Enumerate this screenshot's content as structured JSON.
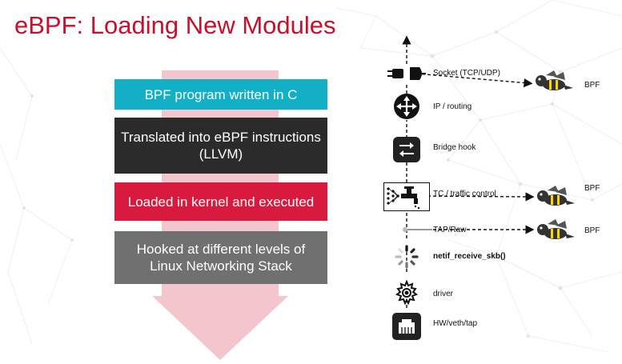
{
  "slide": {
    "title": "eBPF: Loading New Modules",
    "colors": {
      "title": "#c8102e",
      "step1": "#13afc7",
      "step2": "#2b2b2b",
      "step3": "#d71a3e",
      "step4": "#707070",
      "arrow": "#f2c6cc"
    }
  },
  "steps": [
    {
      "text": "BPF program written in C"
    },
    {
      "text": "Translated into eBPF instructions (LLVM)"
    },
    {
      "text": "Loaded in kernel and executed"
    },
    {
      "text": "Hooked at different levels of Linux Networking Stack"
    }
  ],
  "stack": [
    {
      "label": "Socket (TCP/UDP)",
      "icon": "socket-plug-icon"
    },
    {
      "label": "IP / routing",
      "icon": "router-icon"
    },
    {
      "label": "Bridge hook",
      "icon": "bridge-icon"
    },
    {
      "label": "TC / traffic control",
      "icon": "traffic-control-icon"
    },
    {
      "label": "TAP/Raw",
      "icon": "tap-line-icon"
    },
    {
      "label": "netif_receive_skb()",
      "icon": "spinner-icon"
    },
    {
      "label": "driver",
      "icon": "gear-icon"
    },
    {
      "label": "HW/veth/tap",
      "icon": "ethernet-port-icon"
    }
  ],
  "bpf_hooks": [
    {
      "label": "BPF",
      "icon": "bee-icon"
    },
    {
      "label": "BPF",
      "icon": "bee-icon"
    },
    {
      "label": "BPF",
      "icon": "bee-icon"
    }
  ]
}
